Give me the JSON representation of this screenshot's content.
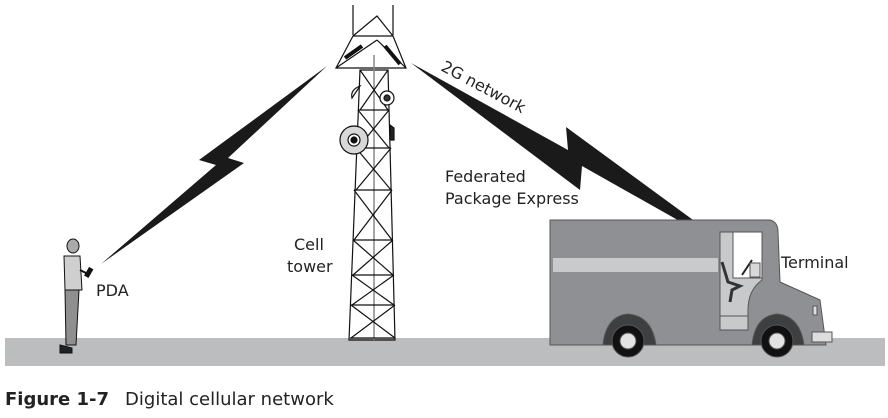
{
  "figure": {
    "number_label": "Figure 1-7",
    "title": "Digital cellular network"
  },
  "labels": {
    "pda": "PDA",
    "cell_tower_line1": "Cell",
    "cell_tower_line2": "tower",
    "network": "2G network",
    "company_line1": "Federated",
    "company_line2": "Package Express",
    "terminal": "Terminal"
  },
  "colors": {
    "ground": "#bcbdbf",
    "truck_body": "#8f9093",
    "truck_stripe": "#c9cacc",
    "signal": "#1a1a1a",
    "line_art": "#111111"
  }
}
